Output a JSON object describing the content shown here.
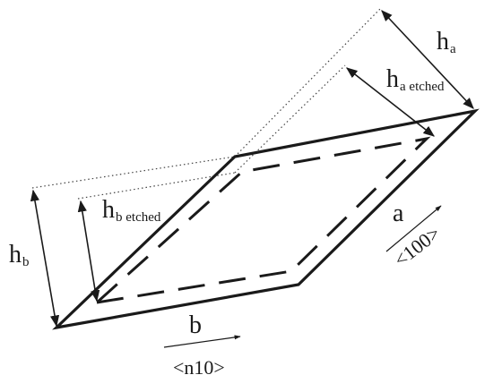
{
  "labels": {
    "h_a": {
      "main": "h",
      "sub": "a"
    },
    "h_a_etched": {
      "main": "h",
      "sub": "a etched"
    },
    "h_b": {
      "main": "h",
      "sub": "b"
    },
    "h_b_etched": {
      "main": "h",
      "sub": "b etched"
    },
    "edge_a": "a",
    "edge_b": "b",
    "direction_100": "<100>",
    "direction_n10": "<n10>"
  }
}
